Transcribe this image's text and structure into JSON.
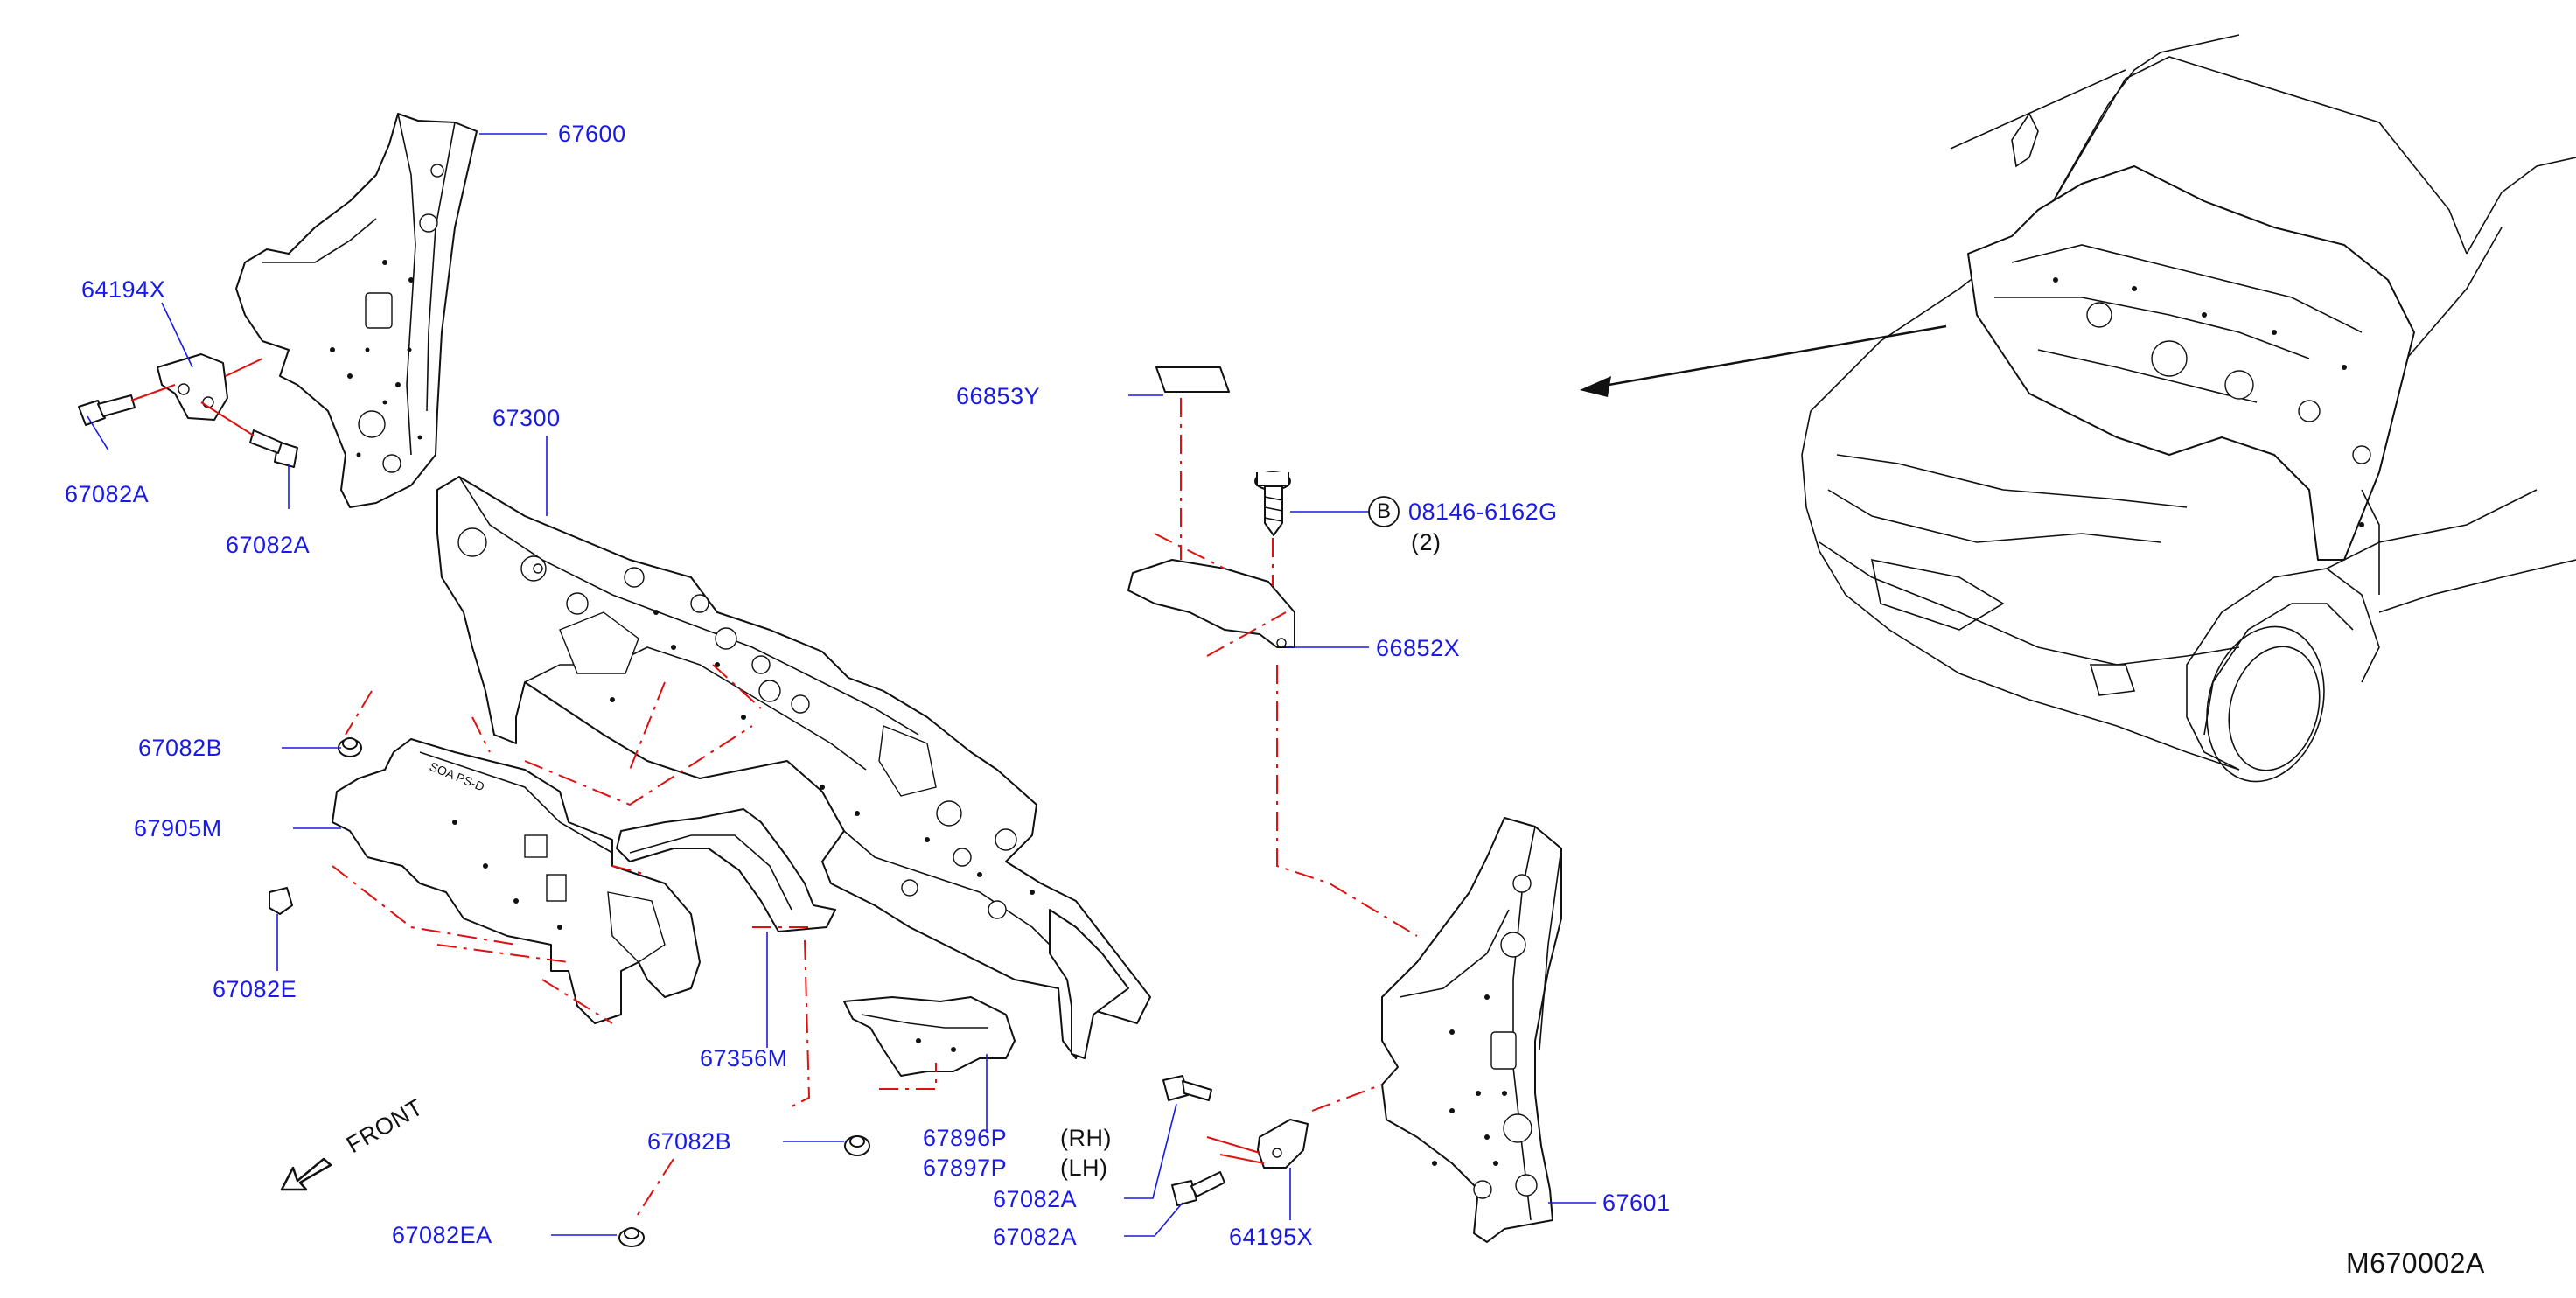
{
  "diagram": {
    "drawing_code": "M670002A",
    "front_label": "FRONT",
    "bolt_ref": {
      "circle_letter": "B",
      "part_no": "08146-6162G",
      "qty": "(2)"
    },
    "rh_note": "(RH)",
    "lh_note": "(LH)",
    "parts": [
      {
        "id": "p67600",
        "label": "67600"
      },
      {
        "id": "p64194X",
        "label": "64194X"
      },
      {
        "id": "p67082A_1",
        "label": "67082A"
      },
      {
        "id": "p67082A_2",
        "label": "67082A"
      },
      {
        "id": "p67300",
        "label": "67300"
      },
      {
        "id": "p67082B_1",
        "label": "67082B"
      },
      {
        "id": "p67905M",
        "label": "67905M"
      },
      {
        "id": "p67082E",
        "label": "67082E"
      },
      {
        "id": "p67356M",
        "label": "67356M"
      },
      {
        "id": "p67082B_2",
        "label": "67082B"
      },
      {
        "id": "p67082EA",
        "label": "67082EA"
      },
      {
        "id": "p66853Y",
        "label": "66853Y"
      },
      {
        "id": "p66852X",
        "label": "66852X"
      },
      {
        "id": "p67896P",
        "label": "67896P"
      },
      {
        "id": "p67897P",
        "label": "67897P"
      },
      {
        "id": "p67082A_3",
        "label": "67082A"
      },
      {
        "id": "p67082A_4",
        "label": "67082A"
      },
      {
        "id": "p64195X",
        "label": "64195X"
      },
      {
        "id": "p67601",
        "label": "67601"
      }
    ]
  }
}
